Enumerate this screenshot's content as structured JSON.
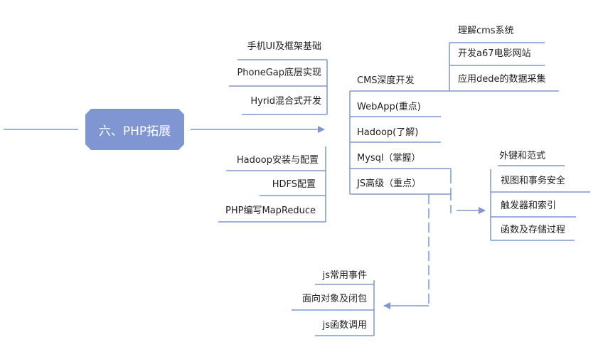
{
  "root": {
    "label": "六、PHP拓展"
  },
  "branches": {
    "cms": "CMS深度开发",
    "webapp": "WebApp(重点)",
    "hadoop": "Hadoop(了解)",
    "mysql": "Mysql（掌握）",
    "js": "JS高级（重点）"
  },
  "phonegap_group": [
    "手机UI及框架基础",
    "PhoneGap底层实现",
    "Hyrid混合式开发"
  ],
  "cms_group": [
    "理解cms系统",
    "开发a67电影网站",
    "应用dede的数据采集"
  ],
  "hadoop_group": [
    "Hadoop安装与配置",
    "HDFS配置",
    "PHP编写MapReduce"
  ],
  "mysql_group": [
    "外键和范式",
    "视图和事务安全",
    "触发器和索引",
    "函数及存储过程"
  ],
  "js_group": [
    "js常用事件",
    "面向对象及闭包",
    "js函数调用"
  ],
  "colors": {
    "line": "#7f96d3",
    "root_fill": "#7f96d3",
    "root_text": "#ffffff"
  }
}
